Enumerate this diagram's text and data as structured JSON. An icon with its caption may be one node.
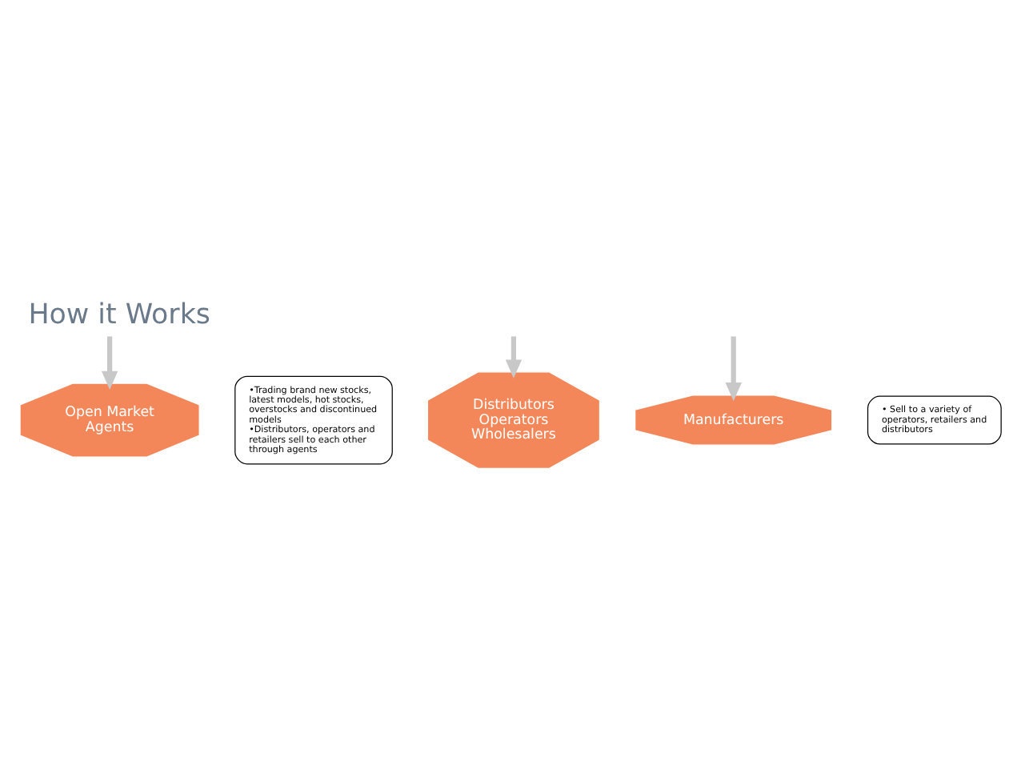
{
  "diagram": {
    "title": "How it Works",
    "nodes": [
      {
        "text": [
          "Open Market Agents"
        ]
      },
      {
        "text": [
          "•Trading brand new stocks, latest models, hot stocks, overstocks and discontinued models",
          "•Distributors, operators and retailers sell to each other through agents"
        ]
      },
      {
        "text": [
          "Distributors Operators Wholesalers"
        ]
      },
      {
        "text": [
          "Manufacturers"
        ]
      },
      {
        "text": [
          "• Sell to a variety of operators, retailers and distributors"
        ]
      }
    ],
    "edges": [
      {
        "from": null,
        "to": 0,
        "arrow": "to"
      },
      {
        "from": null,
        "to": 2,
        "arrow": "to"
      },
      {
        "from": null,
        "to": 3,
        "arrow": "to"
      }
    ]
  }
}
